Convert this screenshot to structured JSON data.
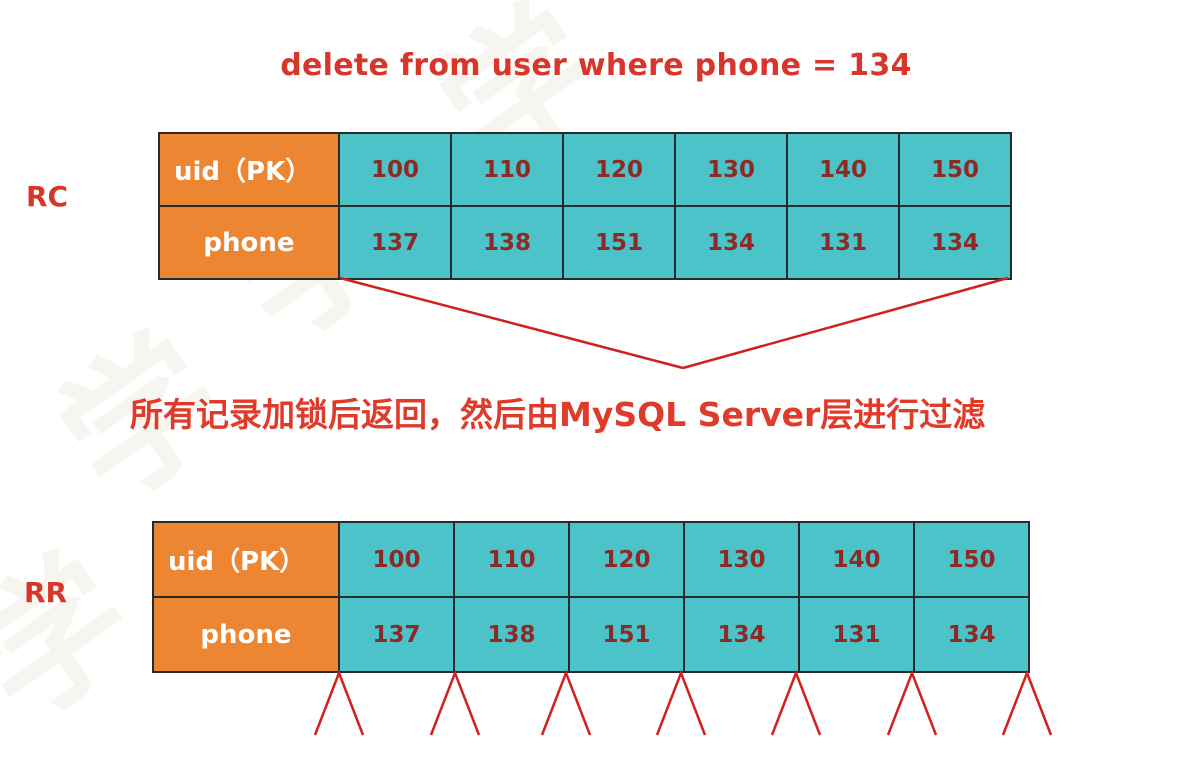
{
  "title": "delete from user where phone = 134",
  "rc": {
    "label": "RC",
    "headers": [
      "uid（PK）",
      "phone"
    ],
    "uid": [
      "100",
      "110",
      "120",
      "130",
      "140",
      "150"
    ],
    "phone": [
      "137",
      "138",
      "151",
      "134",
      "131",
      "134"
    ]
  },
  "caption": "所有记录加锁后返回，然后由MySQL Server层进行过滤",
  "rr": {
    "label": "RR",
    "headers": [
      "uid（PK）",
      "phone"
    ],
    "uid": [
      "100",
      "110",
      "120",
      "130",
      "140",
      "150"
    ],
    "phone": [
      "137",
      "138",
      "151",
      "134",
      "131",
      "134"
    ]
  },
  "colors": {
    "accent": "#d8362b",
    "header_bg": "#ed8633",
    "cell_bg": "#4cc3c8",
    "cell_text": "#8e2a25",
    "line": "#d02020"
  }
}
